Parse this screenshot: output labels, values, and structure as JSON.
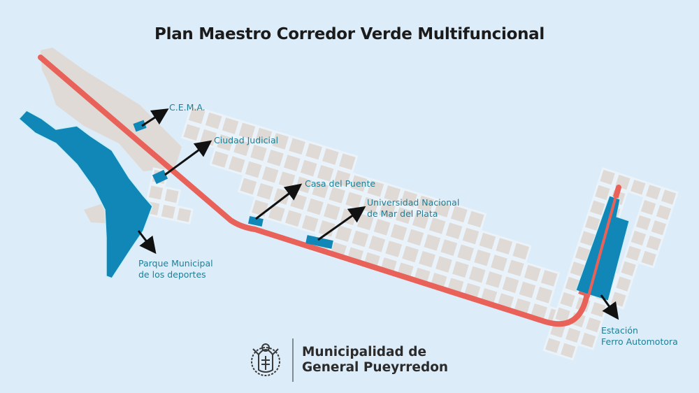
{
  "title": "Plan Maestro Corredor Verde Multifuncional",
  "colors": {
    "background": "#dcecf8",
    "blocks": "#e0dad6",
    "corridor": "#e8625a",
    "facility": "#1187b8",
    "label_text": "#1d7f97",
    "arrow": "#111111"
  },
  "landmarks": [
    {
      "id": "cema",
      "label": "C.E.M.A."
    },
    {
      "id": "ciudad-judicial",
      "label": "Ciudad Judicial"
    },
    {
      "id": "casa-del-puente",
      "label": "Casa del Puente"
    },
    {
      "id": "universidad",
      "label_line1": "Universidad Nacional",
      "label_line2": "de Mar del Plata"
    },
    {
      "id": "parque",
      "label_line1": "Parque Municipal",
      "label_line2": "de los deportes"
    },
    {
      "id": "estacion",
      "label_line1": "Estación",
      "label_line2": "Ferro Automotora"
    }
  ],
  "logo": {
    "icon": "coat-of-arms-icon",
    "line1": "Municipalidad de",
    "line2": "General Pueyrredon"
  }
}
